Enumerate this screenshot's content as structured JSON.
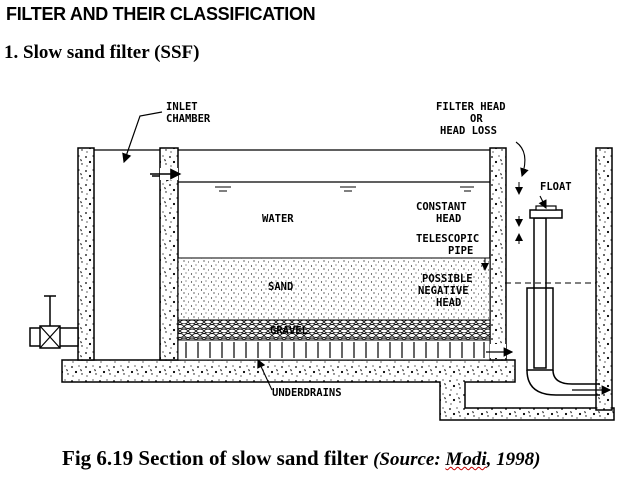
{
  "slide": {
    "title": "FILTER AND THEIR CLASSIFICATION",
    "subtitle": "1. Slow sand filter (SSF)"
  },
  "diagram": {
    "labels": {
      "inlet_line1": "INLET",
      "inlet_line2": "CHAMBER",
      "filter_head_line1": "FILTER HEAD",
      "filter_head_line2": "OR",
      "filter_head_line3": "HEAD LOSS",
      "float": "FLOAT",
      "constant_head_line1": "CONSTANT",
      "constant_head_line2": "HEAD",
      "telescopic_line1": "TELESCOPIC",
      "telescopic_line2": "PIPE",
      "possible_line1": "POSSIBLE",
      "possible_line2": "NEGATIVE",
      "possible_line3": "HEAD",
      "water": "WATER",
      "sand": "SAND",
      "gravel": "GRAVEL",
      "underdrains": "UNDERDRAINS"
    }
  },
  "caption": {
    "main": "Fig 6.19 Section of slow sand filter",
    "source_prefix": "(Source: ",
    "source_author": "Modi",
    "source_suffix": ", 1998)"
  }
}
